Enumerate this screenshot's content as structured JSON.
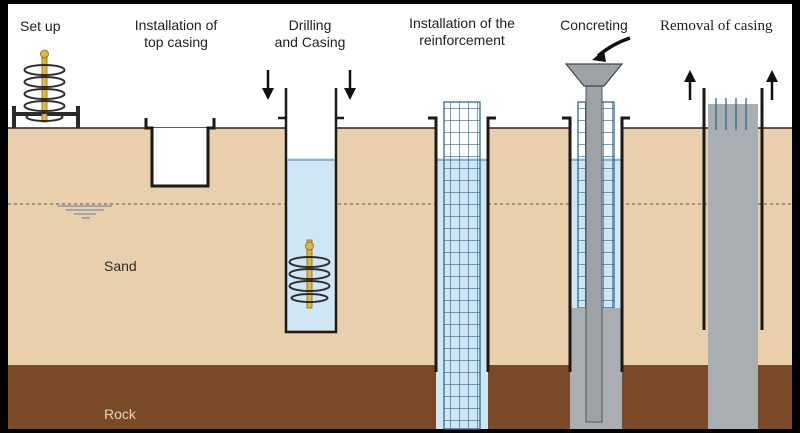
{
  "steps": [
    {
      "line1": "Set up",
      "line2": ""
    },
    {
      "line1": "Installation of",
      "line2": "top casing"
    },
    {
      "line1": "Drilling",
      "line2": "and Casing"
    },
    {
      "line1": "Installation of the",
      "line2": "reinforcement"
    },
    {
      "line1": "Concreting",
      "line2": ""
    },
    {
      "line1": "Removal of casing",
      "line2": ""
    }
  ],
  "soil": {
    "sand_label": "Sand",
    "rock_label": "Rock"
  },
  "colors": {
    "sky": "#ffffff",
    "sand": "#e9cfac",
    "rock": "#7a4a26",
    "water": "#cfe6f5",
    "concrete": "#a9aeb3",
    "casing": "#1a1a1a",
    "rebar": "#2e6b8f",
    "auger": "#e0b640"
  }
}
